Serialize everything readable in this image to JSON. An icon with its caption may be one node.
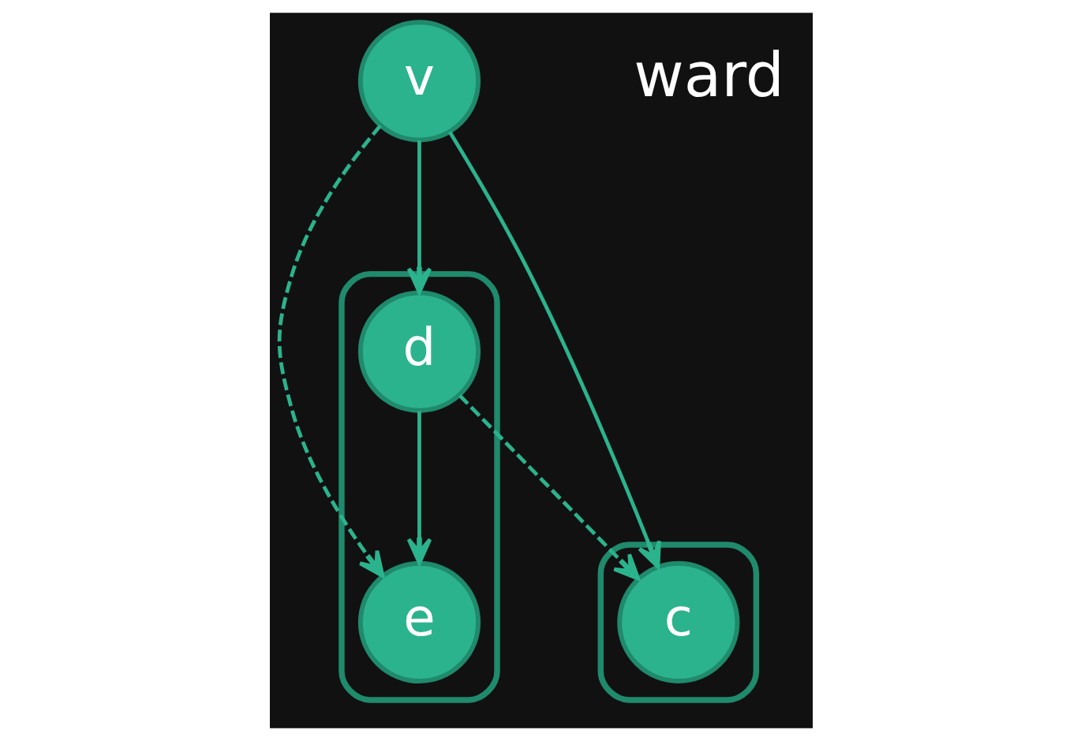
{
  "diagram": {
    "nodes": [
      {
        "text": [
          "v"
        ]
      },
      {
        "text": [],
        "shape": "cloud"
      },
      {
        "text": [
          "e"
        ],
        "in": 1
      },
      {
        "text": [
          "d"
        ],
        "in": 1
      },
      {
        "text": [],
        "shape": "cloud"
      },
      {
        "text": [
          "c"
        ],
        "in": 4
      }
    ],
    "edges": [
      {
        "from": 0,
        "to": 2,
        "arrow": "to",
        "style": "dashed"
      },
      {
        "from": 0,
        "to": 5,
        "arrow": "to"
      },
      {
        "from": 0,
        "to": 3,
        "arrow": "to"
      },
      {
        "from": 3,
        "to": 2,
        "arrow": "to"
      },
      {
        "from": 3,
        "to": 5,
        "arrow": "to",
        "style": "dashed"
      }
    ],
    "labels": [
      "ward"
    ]
  }
}
